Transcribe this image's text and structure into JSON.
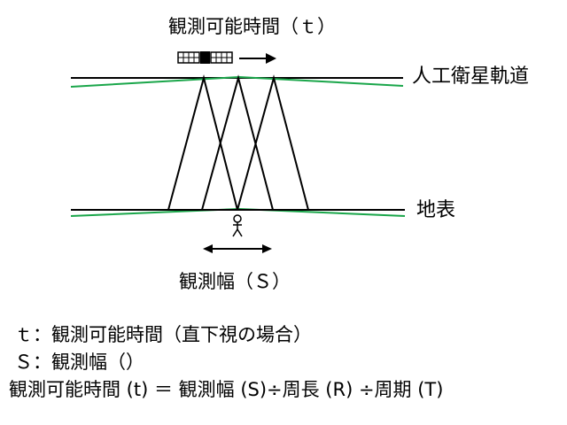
{
  "labels": {
    "observable_time": "観測可能時間（ｔ）",
    "satellite_orbit": "人工衛星軌道",
    "ground_surface": "地表",
    "swath_width": "観測幅（Ｓ）"
  },
  "notes": {
    "line1": "ｔ：観測可能時間（直下視の場合）",
    "line2": "Ｓ：観測幅（）",
    "line3": "観測可能時間 (t) ＝ 観測幅 (S)÷周長 (R) ÷周期 (T)"
  },
  "colors": {
    "line": "#000000",
    "curve": "#1aa64a"
  },
  "icons": {
    "satellite": "satellite-icon",
    "motion": "arrow-right-icon",
    "observer": "person-icon",
    "width": "double-arrow-icon"
  }
}
